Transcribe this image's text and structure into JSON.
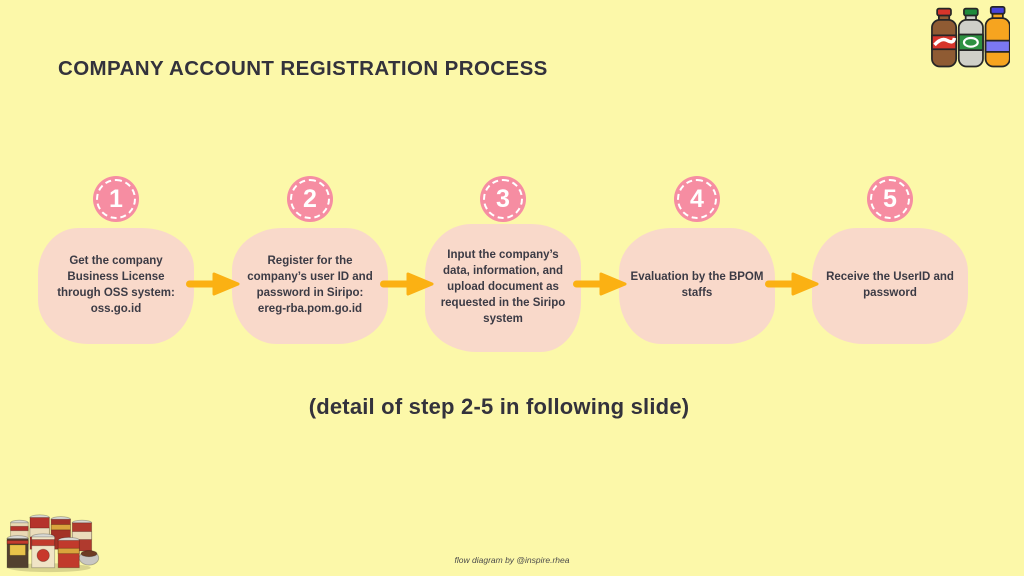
{
  "title": "COMPANY ACCOUNT REGISTRATION PROCESS",
  "subtitle": "(detail of step 2-5 in following slide)",
  "credit": "flow diagram by @inspire.rhea",
  "steps": [
    {
      "number": "1",
      "text": "Get the company Business License through OSS system: oss.go.id"
    },
    {
      "number": "2",
      "text": "Register for the company’s user ID and password in Siripo: ereg-rba.pom.go.id"
    },
    {
      "number": "3",
      "text": "Input the company’s data, information, and upload document as requested in the Siripo system"
    },
    {
      "number": "4",
      "text": "Evaluation by the BPOM staffs"
    },
    {
      "number": "5",
      "text": "Receive the UserID and password"
    }
  ],
  "colors": {
    "background": "#FCF8A9",
    "card": "#F9D9CA",
    "badge": "#F68DA2",
    "arrow": "#FBB113",
    "title_text": "#33323C",
    "body_text": "#3C3B45"
  },
  "decorations": {
    "top_right": "soda-bottles-illustration",
    "bottom_left": "canned-goods-photo"
  }
}
